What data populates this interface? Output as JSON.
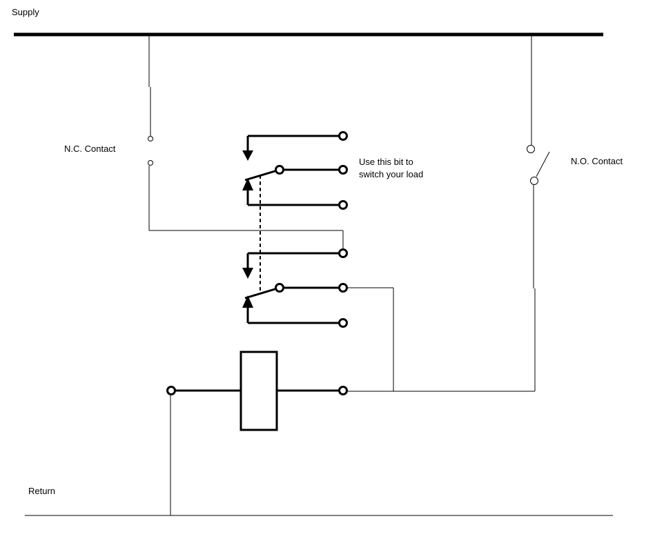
{
  "labels": {
    "supply": "Supply",
    "return": "Return",
    "nc_contact": "N.C. Contact",
    "no_contact": "N.O. Contact",
    "note_line1": "Use this bit to",
    "note_line2": "switch your load"
  },
  "colors": {
    "wire": "#000000",
    "background": "#ffffff"
  }
}
